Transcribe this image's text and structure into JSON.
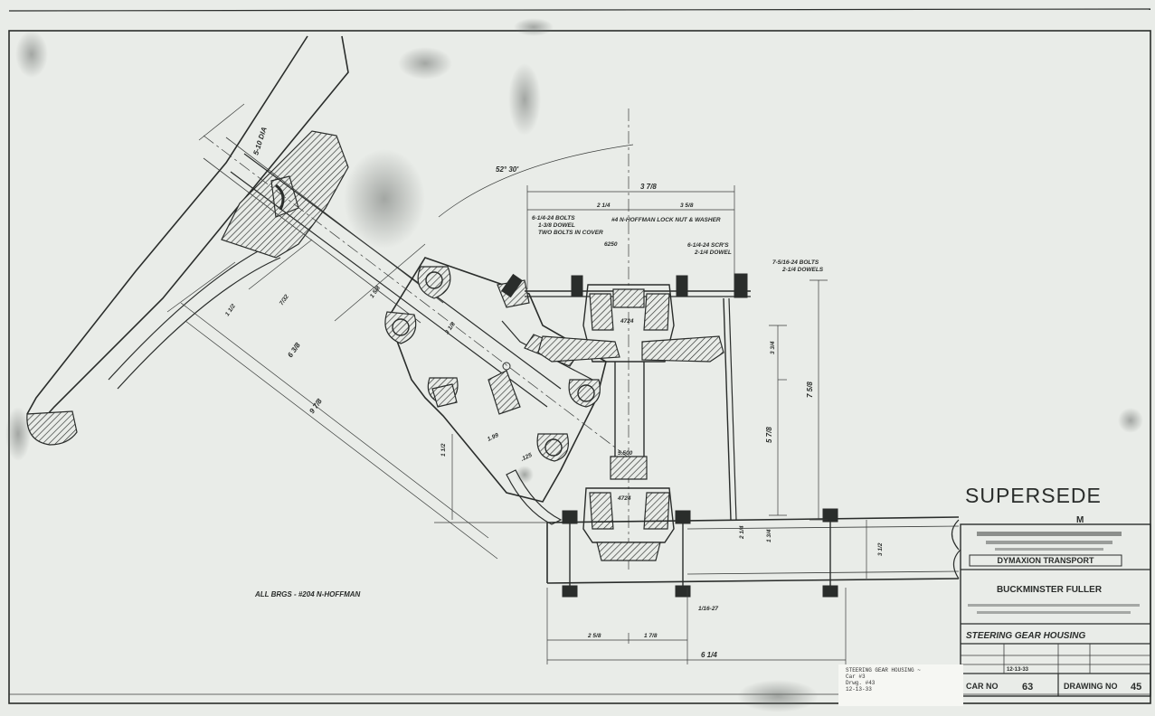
{
  "drawing": {
    "stamp_top": "SUPERSEDE",
    "stamp_partial": "M",
    "company_line": "DYMAXION TRANSPORT",
    "designer": "BUCKMINSTER FULLER",
    "title": "STEERING GEAR HOUSING",
    "car_label": "CAR NO",
    "car_no": "63",
    "drawing_label": "DRAWING NO",
    "drawing_no": "45",
    "date": "12-13-33"
  },
  "notes": {
    "bearings": "ALL BRGS - #204 N-HOFFMAN",
    "bolts_cover": "6-1/4-24 BOLTS",
    "bolts_cover_2": "1-3/8 DOWEL",
    "bolts_cover_3": "TWO BOLTS IN COVER",
    "lock_nut": "#4 N-HOFFMAN LOCK NUT & WASHER",
    "scr_note_1": "6-1/4-24 SCR'S",
    "scr_note_2": "2-1/4 DOWEL",
    "bolt_note_1": "7-5/16-24 BOLTS",
    "bolt_note_2": "2-1/4 DOWELS",
    "wheel_dia": "5-10 DIA",
    "angle": "52° 30'",
    "dim_1": "1/16-27",
    "dim_1_2": "6250",
    "dim_bore": "4724",
    "dim_shaft": "5.500",
    "dim_shaft_2": "4724",
    "dim_top": "3 7/8",
    "dim_top_left": "2 1/4",
    "dim_top_right": "3 5/8",
    "dim_bottom_left": "2 5/8",
    "dim_bottom_right": "1 7/8",
    "dim_bottom": "6 1/4",
    "dim_side": "7 5/8",
    "dim_side_2": "5 7/8",
    "dim_side_3": "3 3/4",
    "dim_v_1": "2 1/4",
    "dim_v_2": "3 1/2",
    "dim_v_3": "1 3/4",
    "dim_col_1": "1 1/2",
    "dim_col_2": "6 3/8",
    "dim_col_3": "9 7/8",
    "dim_col_4": "7/32",
    "dim_col_5": "1 5/8",
    "dim_col_6": "3 1/8",
    "dim_inner": "1.99",
    "dim_inner_2": ".125",
    "dim_left_v": "1 1/2"
  },
  "stamp_note": {
    "line1": "STEERING GEAR HOUSING ~",
    "line2": "Car #3",
    "line3": "Drwg. #43",
    "line4": "12-13-33"
  }
}
